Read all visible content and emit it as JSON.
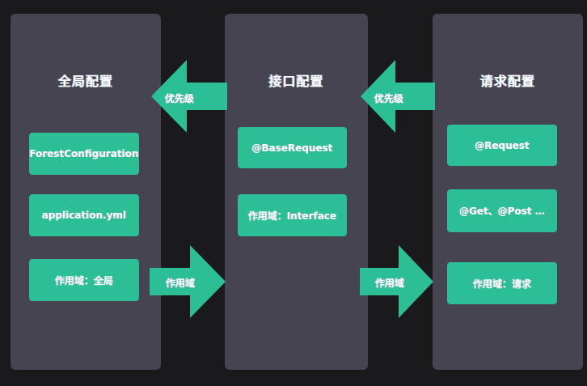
{
  "diagram": {
    "background_color": "#1a1a1c",
    "panel_color": "#474452",
    "accent_color": "#2cbf95",
    "text_color": "#ffffff",
    "panels": [
      {
        "id": "global",
        "title": "全局配置",
        "chips": [
          {
            "label": "ForestConfiguration"
          },
          {
            "label": "application.yml"
          },
          {
            "label": "作用域：全局"
          }
        ]
      },
      {
        "id": "interface",
        "title": "接口配置",
        "chips": [
          {
            "label": "@BaseRequest"
          },
          {
            "label": "作用域：Interface"
          }
        ]
      },
      {
        "id": "request",
        "title": "请求配置",
        "chips": [
          {
            "label": "@Request"
          },
          {
            "label": "@Get、@Post …"
          },
          {
            "label": "作用域：请求"
          }
        ]
      }
    ],
    "arrows": [
      {
        "id": "priority-left-1",
        "label": "优先级",
        "direction": "left",
        "icon": "arrow-left-icon"
      },
      {
        "id": "priority-left-2",
        "label": "优先级",
        "direction": "left",
        "icon": "arrow-left-icon"
      },
      {
        "id": "scope-right-1",
        "label": "作用域",
        "direction": "right",
        "icon": "arrow-right-icon"
      },
      {
        "id": "scope-right-2",
        "label": "作用域",
        "direction": "right",
        "icon": "arrow-right-icon"
      }
    ]
  }
}
